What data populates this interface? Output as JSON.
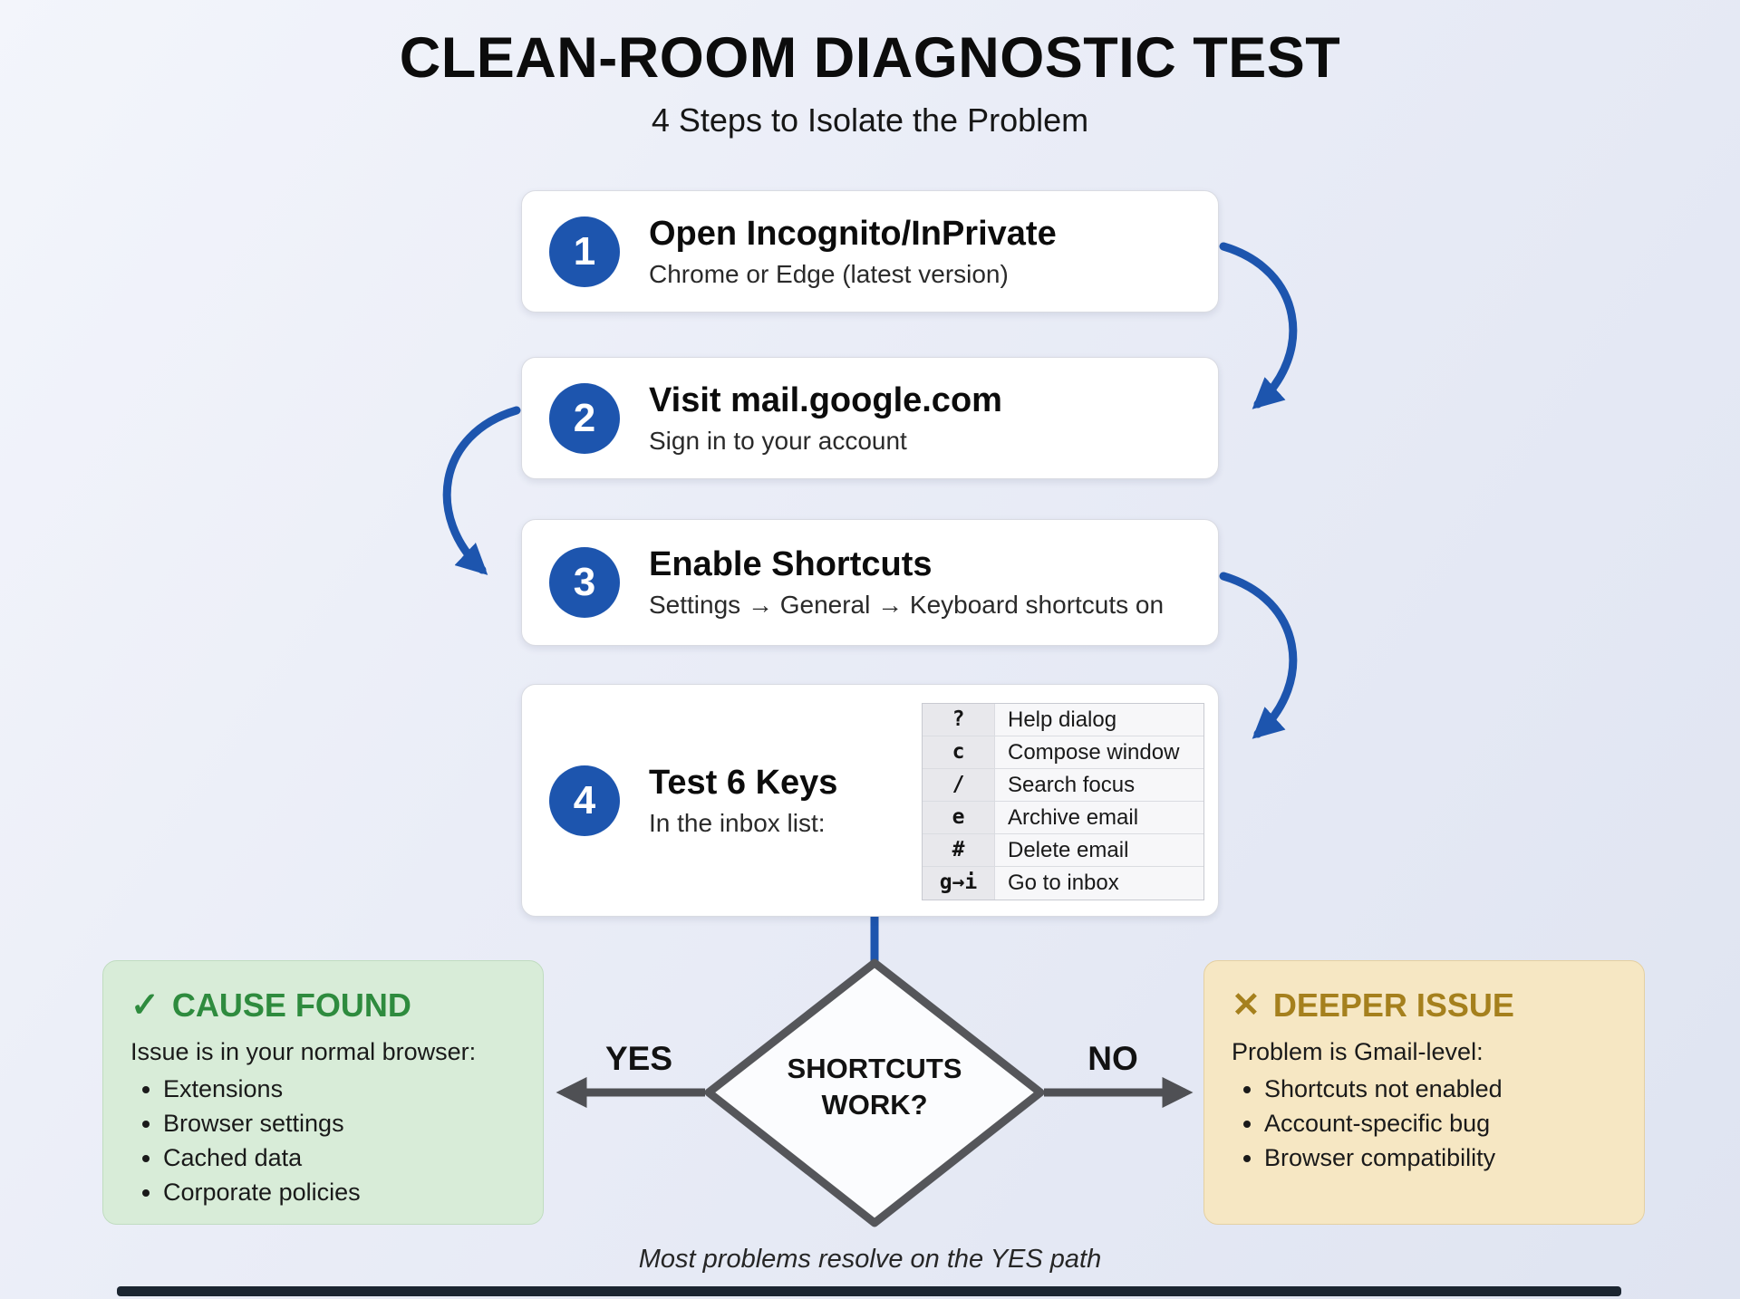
{
  "header": {
    "title": "CLEAN-ROOM DIAGNOSTIC TEST",
    "subtitle": "4 Steps to Isolate the Problem"
  },
  "steps": [
    {
      "number": "1",
      "title": "Open Incognito/InPrivate",
      "subtitle": "Chrome or Edge (latest version)"
    },
    {
      "number": "2",
      "title": "Visit mail.google.com",
      "subtitle": "Sign in to your account"
    },
    {
      "number": "3",
      "title": "Enable Shortcuts",
      "subtitle": "Settings → General → Keyboard shortcuts on"
    },
    {
      "number": "4",
      "title": "Test 6 Keys",
      "subtitle": "In the inbox list:"
    }
  ],
  "shortcuts": [
    {
      "key": "?",
      "action": "Help dialog"
    },
    {
      "key": "c",
      "action": "Compose window"
    },
    {
      "key": "/",
      "action": "Search focus"
    },
    {
      "key": "e",
      "action": "Archive email"
    },
    {
      "key": "#",
      "action": "Delete email"
    },
    {
      "key": "g→i",
      "action": "Go to inbox"
    }
  ],
  "decision": {
    "question": "SHORTCUTS WORK?",
    "yes_label": "YES",
    "no_label": "NO"
  },
  "outcomes": {
    "yes": {
      "icon": "✓",
      "title": "CAUSE FOUND",
      "description": "Issue is in your normal browser:",
      "bullets": [
        "Extensions",
        "Browser settings",
        "Cached data",
        "Corporate policies"
      ]
    },
    "no": {
      "icon": "✕",
      "title": "DEEPER ISSUE",
      "description": "Problem is Gmail-level:",
      "bullets": [
        "Shortcuts not enabled",
        "Account-specific bug",
        "Browser compatibility"
      ]
    }
  },
  "footer": {
    "note": "Most problems resolve on the YES path"
  },
  "colors": {
    "accent_blue": "#1d55ae",
    "success_green": "#2e8b3e",
    "warning_gold": "#a5801d",
    "connector_gray": "#4f5054"
  }
}
